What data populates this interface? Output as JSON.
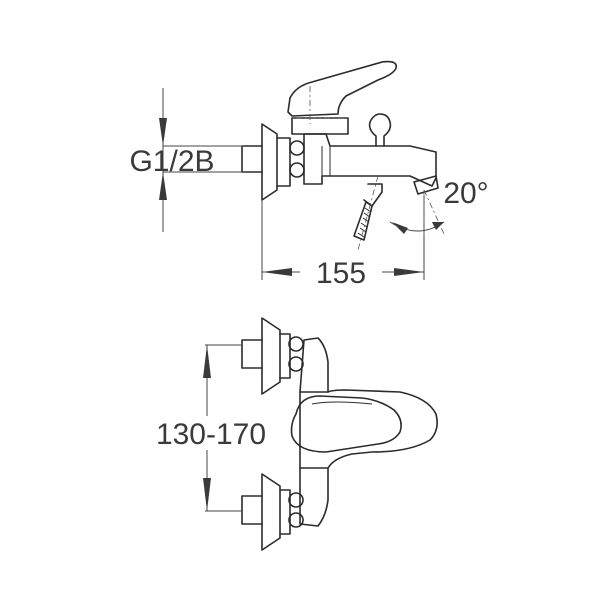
{
  "dimensions": {
    "thread": "G1/2B",
    "projection": "155",
    "angle": "20°",
    "spacing": "130-170"
  }
}
